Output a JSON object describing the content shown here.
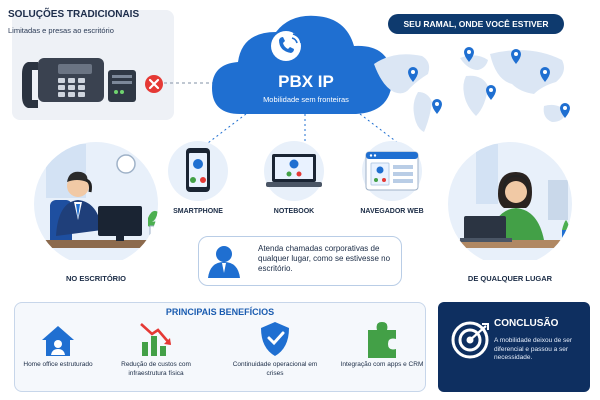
{
  "traditional": {
    "title": "SOLUÇÕES TRADICIONAIS",
    "subtitle": "Limitadas e presas ao escritório"
  },
  "cloud": {
    "title": "PBX IP",
    "subtitle": "Mobilidade sem fronteiras",
    "icon": "phone-wifi-icon"
  },
  "map": {
    "title": "SEU RAMAL, ONDE VOCÊ ESTIVER",
    "pin_color": "#1f6fd1"
  },
  "devices": [
    {
      "label": "SMARTPHONE",
      "icon": "smartphone-icon"
    },
    {
      "label": "NOTEBOOK",
      "icon": "notebook-icon"
    },
    {
      "label": "NAVEGADOR WEB",
      "icon": "browser-icon"
    }
  ],
  "scenes": {
    "office_label": "NO ESCRITÓRIO",
    "remote_label": "DE QUALQUER LUGAR"
  },
  "message": {
    "text": "Atenda chamadas corporativas de qualquer lugar, como se estivesse no escritório."
  },
  "benefits": {
    "title": "PRINCIPAIS BENEFÍCIOS",
    "items": [
      {
        "label": "Home office estruturado",
        "icon": "home-office-icon"
      },
      {
        "label": "Redução de custos com infraestrutura física",
        "icon": "cost-reduction-icon"
      },
      {
        "label": "Continuidade operacional em crises",
        "icon": "shield-check-icon"
      },
      {
        "label": "Integração com apps e CRM",
        "icon": "puzzle-icon"
      }
    ]
  },
  "conclusion": {
    "title": "CONCLUSÃO",
    "text": "A mobilidade deixou de ser diferencial e passou a ser necessidade.",
    "icon": "target-icon"
  },
  "colors": {
    "brand_blue": "#1f6fd1",
    "navy": "#0e2f60",
    "green": "#43a047",
    "red": "#e53935"
  }
}
